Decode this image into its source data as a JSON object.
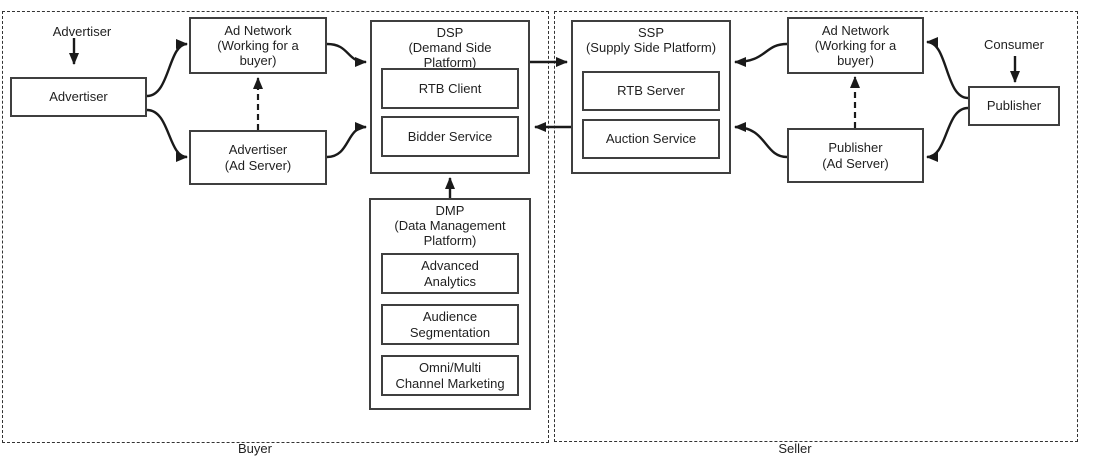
{
  "regions": {
    "buyer_label": "Buyer",
    "seller_label": "Seller"
  },
  "buyer": {
    "advertiser_actor": "Advertiser",
    "advertiser": "Advertiser",
    "ad_network": "Ad Network\n(Working for a\nbuyer)",
    "ad_server": "Advertiser\n(Ad Server)",
    "dsp_title": "DSP\n(Demand Side\nPlatform)",
    "rtb_client": "RTB Client",
    "bidder_service": "Bidder Service",
    "dmp_title": "DMP\n(Data Management\nPlatform)",
    "advanced_analytics": "Advanced\nAnalytics",
    "audience_segmentation": "Audience\nSegmentation",
    "omni_multi_channel": "Omni/Multi\nChannel Marketing"
  },
  "seller": {
    "consumer_actor": "Consumer",
    "ssp_title": "SSP\n(Supply Side Platform)",
    "rtb_server": "RTB Server",
    "auction_service": "Auction Service",
    "ad_network": "Ad Network\n(Working for a\nbuyer)",
    "ad_server": "Publisher\n(Ad Server)",
    "publisher": "Publisher"
  },
  "connections": [
    {
      "id": "advertiser-actor-to-advertiser",
      "from": "advertiser-actor",
      "to": "advertiser",
      "style": "solid"
    },
    {
      "id": "advertiser-to-ad-network",
      "from": "advertiser",
      "to": "ad-network-buyer",
      "style": "solid"
    },
    {
      "id": "advertiser-to-ad-server",
      "from": "advertiser",
      "to": "advertiser-ad-server",
      "style": "solid"
    },
    {
      "id": "ad-network-to-dsp",
      "from": "ad-network-buyer",
      "to": "dsp",
      "style": "solid"
    },
    {
      "id": "ad-server-to-dsp",
      "from": "advertiser-ad-server",
      "to": "dsp",
      "style": "solid"
    },
    {
      "id": "ad-server-to-ad-network-buyer",
      "from": "advertiser-ad-server",
      "to": "ad-network-buyer",
      "style": "dashed"
    },
    {
      "id": "dsp-to-ssp",
      "from": "dsp",
      "to": "ssp",
      "style": "solid"
    },
    {
      "id": "ssp-to-dsp",
      "from": "ssp",
      "to": "dsp",
      "style": "solid"
    },
    {
      "id": "dmp-to-dsp",
      "from": "dmp",
      "to": "dsp",
      "style": "solid"
    },
    {
      "id": "ad-network-seller-to-ssp",
      "from": "ad-network-seller",
      "to": "ssp",
      "style": "solid"
    },
    {
      "id": "publisher-ad-server-to-ssp",
      "from": "publisher-ad-server",
      "to": "ssp",
      "style": "solid"
    },
    {
      "id": "publisher-ad-server-to-ad-network-seller",
      "from": "publisher-ad-server",
      "to": "ad-network-seller",
      "style": "dashed"
    },
    {
      "id": "publisher-to-ad-network-seller",
      "from": "publisher",
      "to": "ad-network-seller",
      "style": "solid"
    },
    {
      "id": "publisher-to-publisher-ad-server",
      "from": "publisher",
      "to": "publisher-ad-server",
      "style": "solid"
    },
    {
      "id": "consumer-actor-to-publisher",
      "from": "consumer-actor",
      "to": "publisher",
      "style": "solid"
    }
  ],
  "colors": {
    "background": "#ffffff",
    "box_border": "#3f3f3f",
    "arrow": "#1a1a1a",
    "region_border": "#333333",
    "text": "#1f1f1f"
  }
}
